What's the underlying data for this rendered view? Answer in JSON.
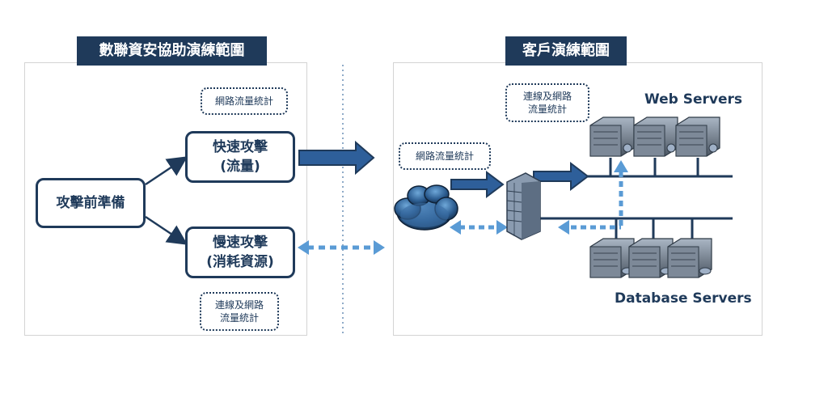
{
  "left_panel": {
    "title": "數聯資安協助演練範圍",
    "prep_box": "攻擊前準備",
    "fast_attack": {
      "line1": "快速攻擊",
      "line2": "(流量)"
    },
    "slow_attack": {
      "line1": "慢速攻擊",
      "line2": "(消耗資源)"
    },
    "tag_top": "網路流量統計",
    "tag_bottom": {
      "line1": "連線及網路",
      "line2": "流量統計"
    }
  },
  "right_panel": {
    "title": "客戶演練範圍",
    "tag_cloud": "網路流量統計",
    "tag_firewall": {
      "line1": "連線及網路",
      "line2": "流量統計"
    },
    "web_servers_label": "Web Servers",
    "db_servers_label": "Database Servers"
  },
  "colors": {
    "navy": "#1f3a5a",
    "arrow_blue": "#2e5f9a",
    "dotted_blue": "#5a9bd5"
  }
}
